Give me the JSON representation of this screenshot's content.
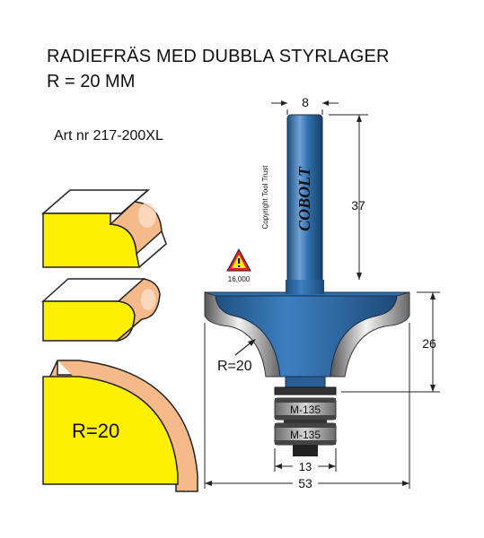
{
  "title_line1": "RADIEFRÄS MED DUBBLA STYRLAGER",
  "title_line2": "R = 20 MM",
  "article_number": "Art nr 217-200XL",
  "brand": "COBOLT",
  "copyright": "Copyright Tool Trust",
  "warning_rpm": "16,000",
  "dimensions": {
    "shank_diameter": "8",
    "shank_length": "37",
    "cutting_height": "26",
    "bearing_diameter": "13",
    "overall_diameter": "53",
    "radius": "R=20"
  },
  "bearings": [
    "M-135",
    "M-135"
  ],
  "profile_radius_label": "R=20",
  "colors": {
    "yellow": "#ffef00",
    "blue": "#2f6fad",
    "peach": "#f6b98a",
    "dark": "#222222",
    "warning_red": "#e0252d"
  }
}
